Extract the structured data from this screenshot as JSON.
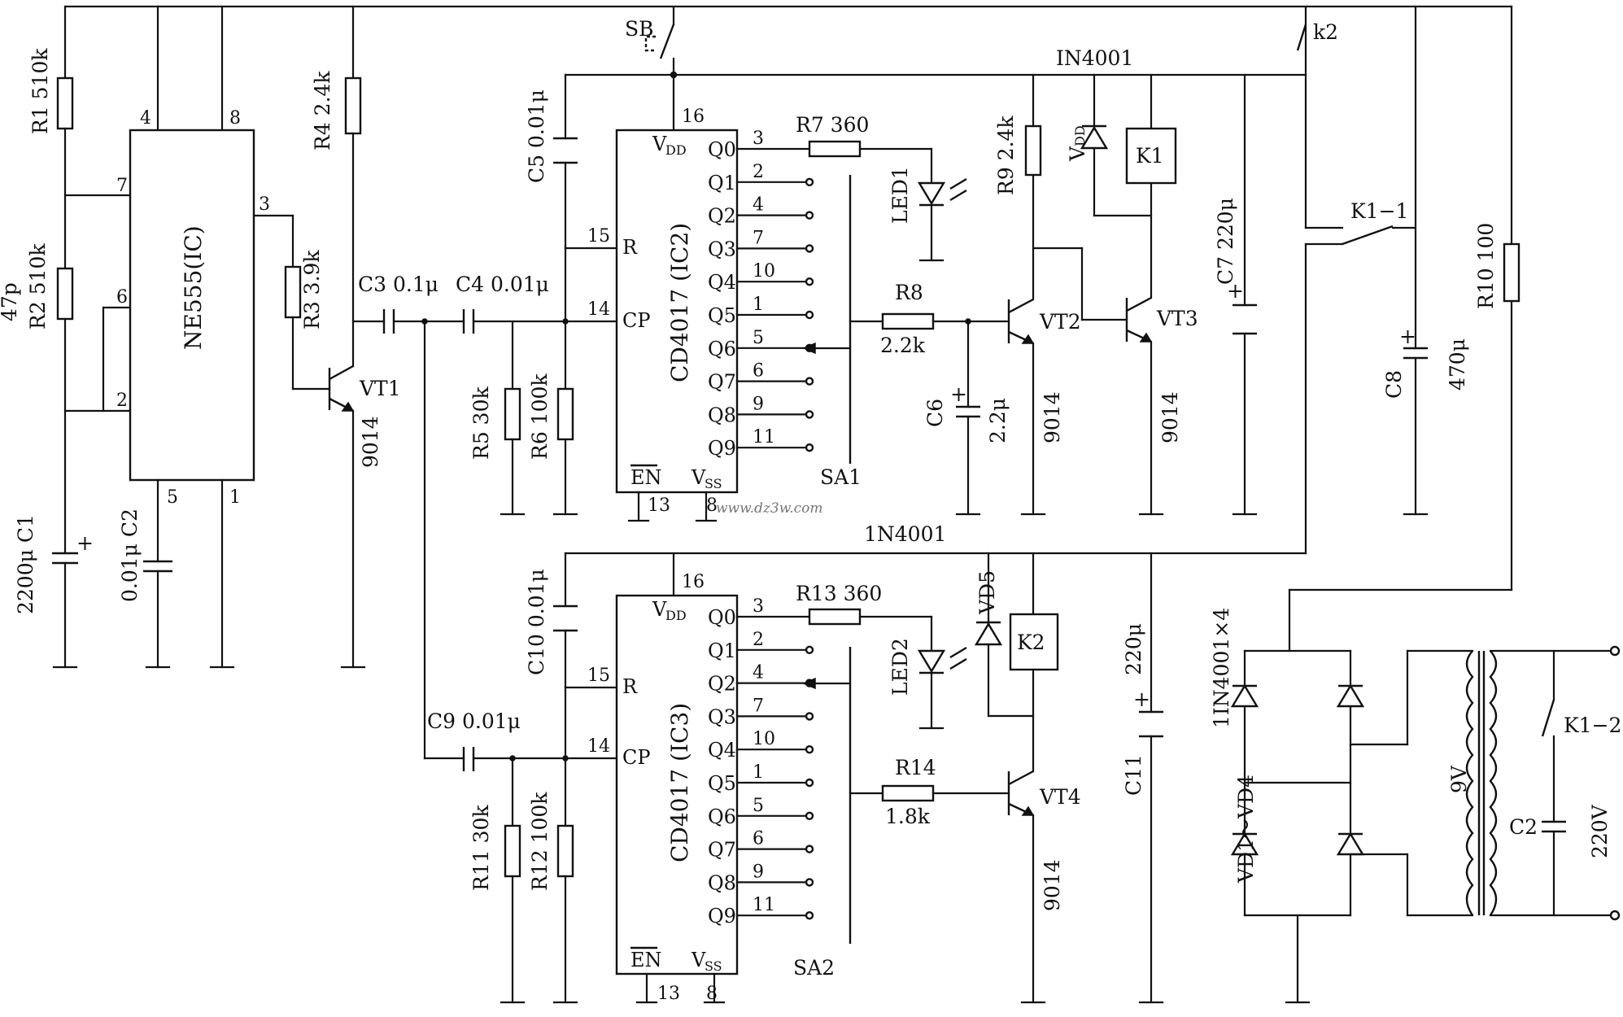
{
  "labels": {
    "r1": "R1 510k",
    "r2": "R2 510k",
    "p47": "47p",
    "r3": "R3 3.9k",
    "r4": "R4 2.4k",
    "r5": "R5 30k",
    "r6": "R6 100k",
    "r7": "R7 360",
    "r8": "R8",
    "r8v": "2.2k",
    "r9": "R9 2.4k",
    "r10": "R10 100",
    "r11": "R11 30k",
    "r12": "R12 100k",
    "r13": "R13 360",
    "r14": "R14",
    "r14v": "1.8k",
    "c1": "2200μ C1",
    "c2": "0.01μ C2",
    "c3": "C3 0.1μ",
    "c4": "C4 0.01μ",
    "c5": "C5 0.01μ",
    "c6": "C6",
    "c6v": "2.2μ",
    "c7": "C7 220μ",
    "c8": "C8",
    "c8v": "470μ",
    "c9": "C9 0.01μ",
    "c10": "C10 0.01μ",
    "c11": "C11",
    "c11v": "220μ",
    "c2b": "C2",
    "sb": "SB",
    "k2sw": "k2",
    "k1": "K1",
    "k2": "K2",
    "k11": "K1−1",
    "k12": "K1−2",
    "led1": "LED1",
    "led2": "LED2",
    "vd5": "VD5",
    "vdd": "VDD",
    "vt1": "VT1",
    "vt2": "VT2",
    "vt3": "VT3",
    "vt4": "VT4",
    "p9014": "9014",
    "d1": "IN4001",
    "d2": "1N4001",
    "bridge": "1IN4001×4",
    "bridge2": "VD1～VD4",
    "tv": "9V",
    "mains": "220V",
    "sa1": "SA1",
    "sa2": "SA2",
    "watermark": "www.dz3w.com"
  },
  "ne555": {
    "name": "NE555(IC)",
    "pins": [
      "4",
      "8",
      "7",
      "6",
      "2",
      "3",
      "5",
      "1"
    ]
  },
  "ic2": {
    "name": "CD4017 (IC2)",
    "vdd": "VDD",
    "vss": "VSS",
    "en": "EN",
    "r": "R",
    "cp": "CP",
    "pins": [
      "16",
      "15",
      "14",
      "13",
      "8"
    ],
    "outputs": [
      {
        "q": "Q0",
        "pin": "3"
      },
      {
        "q": "Q1",
        "pin": "2"
      },
      {
        "q": "Q2",
        "pin": "4"
      },
      {
        "q": "Q3",
        "pin": "7"
      },
      {
        "q": "Q4",
        "pin": "10"
      },
      {
        "q": "Q5",
        "pin": "1"
      },
      {
        "q": "Q6",
        "pin": "5"
      },
      {
        "q": "Q7",
        "pin": "6"
      },
      {
        "q": "Q8",
        "pin": "9"
      },
      {
        "q": "Q9",
        "pin": "11"
      }
    ]
  },
  "ic3": {
    "name": "CD4017 (IC3)",
    "vdd": "VDD",
    "vss": "VSS",
    "en": "EN",
    "r": "R",
    "cp": "CP",
    "pins": [
      "16",
      "15",
      "14",
      "13",
      "8"
    ],
    "outputs": [
      {
        "q": "Q0",
        "pin": "3"
      },
      {
        "q": "Q1",
        "pin": "2"
      },
      {
        "q": "Q2",
        "pin": "4"
      },
      {
        "q": "Q3",
        "pin": "7"
      },
      {
        "q": "Q4",
        "pin": "10"
      },
      {
        "q": "Q5",
        "pin": "1"
      },
      {
        "q": "Q6",
        "pin": "5"
      },
      {
        "q": "Q7",
        "pin": "6"
      },
      {
        "q": "Q8",
        "pin": "9"
      },
      {
        "q": "Q9",
        "pin": "11"
      }
    ]
  }
}
